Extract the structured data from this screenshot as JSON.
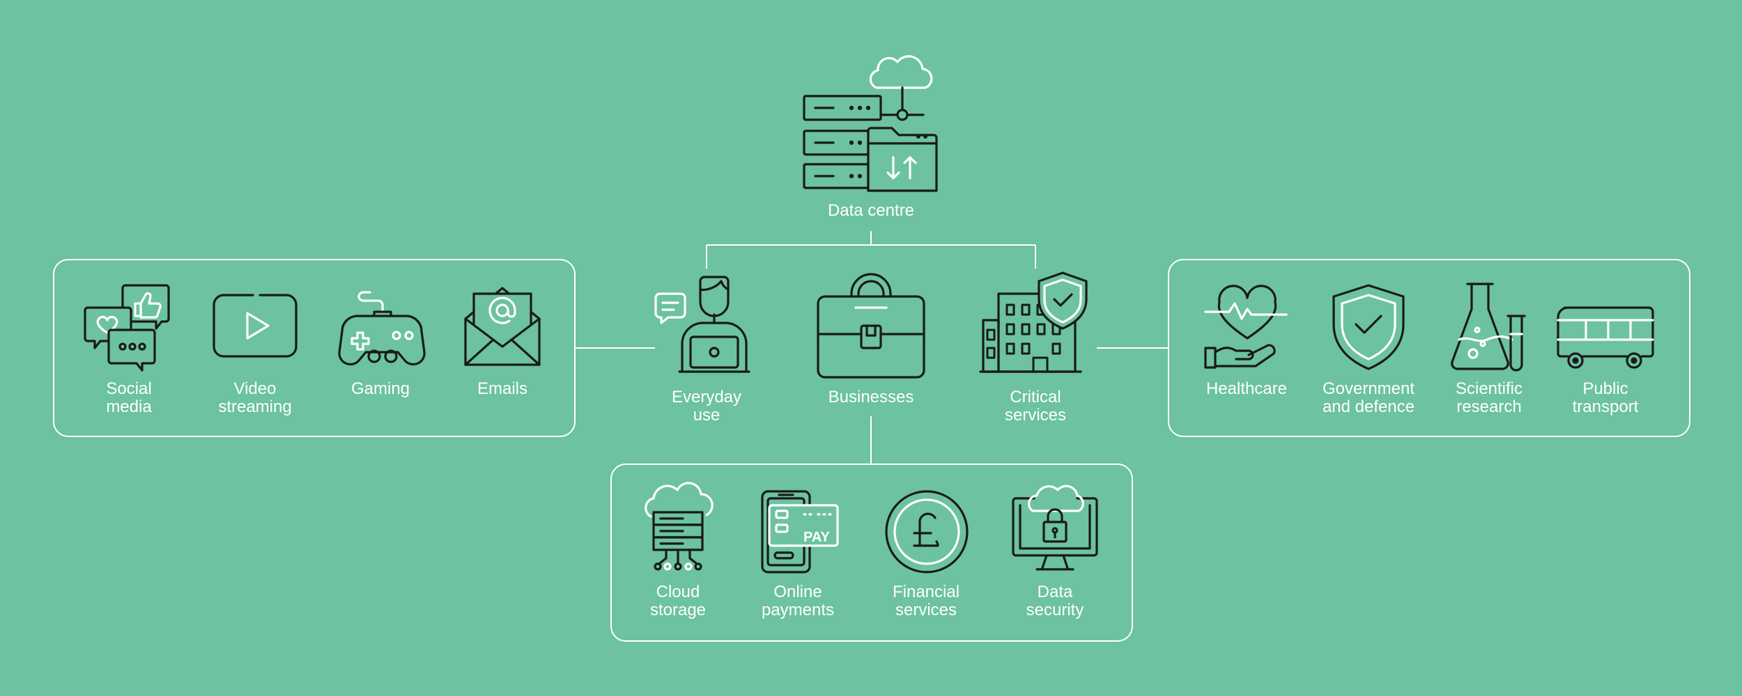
{
  "colors": {
    "background": "#6cc2a1",
    "stroke": "#1a1a1a",
    "accent_stroke": "#ffffff",
    "text": "#ffffff"
  },
  "hub": {
    "label": "Data centre",
    "icon": "data-centre-icon"
  },
  "categories": [
    {
      "label": "Everyday\nuse",
      "icon": "person-laptop-icon"
    },
    {
      "label": "Businesses",
      "icon": "briefcase-icon"
    },
    {
      "label": "Critical\nservices",
      "icon": "building-shield-icon"
    }
  ],
  "everyday_items": [
    {
      "label": "Social\nmedia",
      "icon": "social-media-icon"
    },
    {
      "label": "Video\nstreaming",
      "icon": "video-play-icon"
    },
    {
      "label": "Gaming",
      "icon": "game-controller-icon"
    },
    {
      "label": "Emails",
      "icon": "email-icon"
    }
  ],
  "business_items": [
    {
      "label": "Cloud\nstorage",
      "icon": "cloud-storage-icon"
    },
    {
      "label": "Online\npayments",
      "icon": "phone-pay-icon"
    },
    {
      "label": "Financial\nservices",
      "icon": "pound-coin-icon"
    },
    {
      "label": "Data\nsecurity",
      "icon": "monitor-lock-icon"
    }
  ],
  "critical_items": [
    {
      "label": "Healthcare",
      "icon": "heart-hand-icon"
    },
    {
      "label": "Government\nand defence",
      "icon": "shield-check-icon"
    },
    {
      "label": "Scientific\nresearch",
      "icon": "flask-icon"
    },
    {
      "label": "Public\ntransport",
      "icon": "bus-icon"
    }
  ]
}
